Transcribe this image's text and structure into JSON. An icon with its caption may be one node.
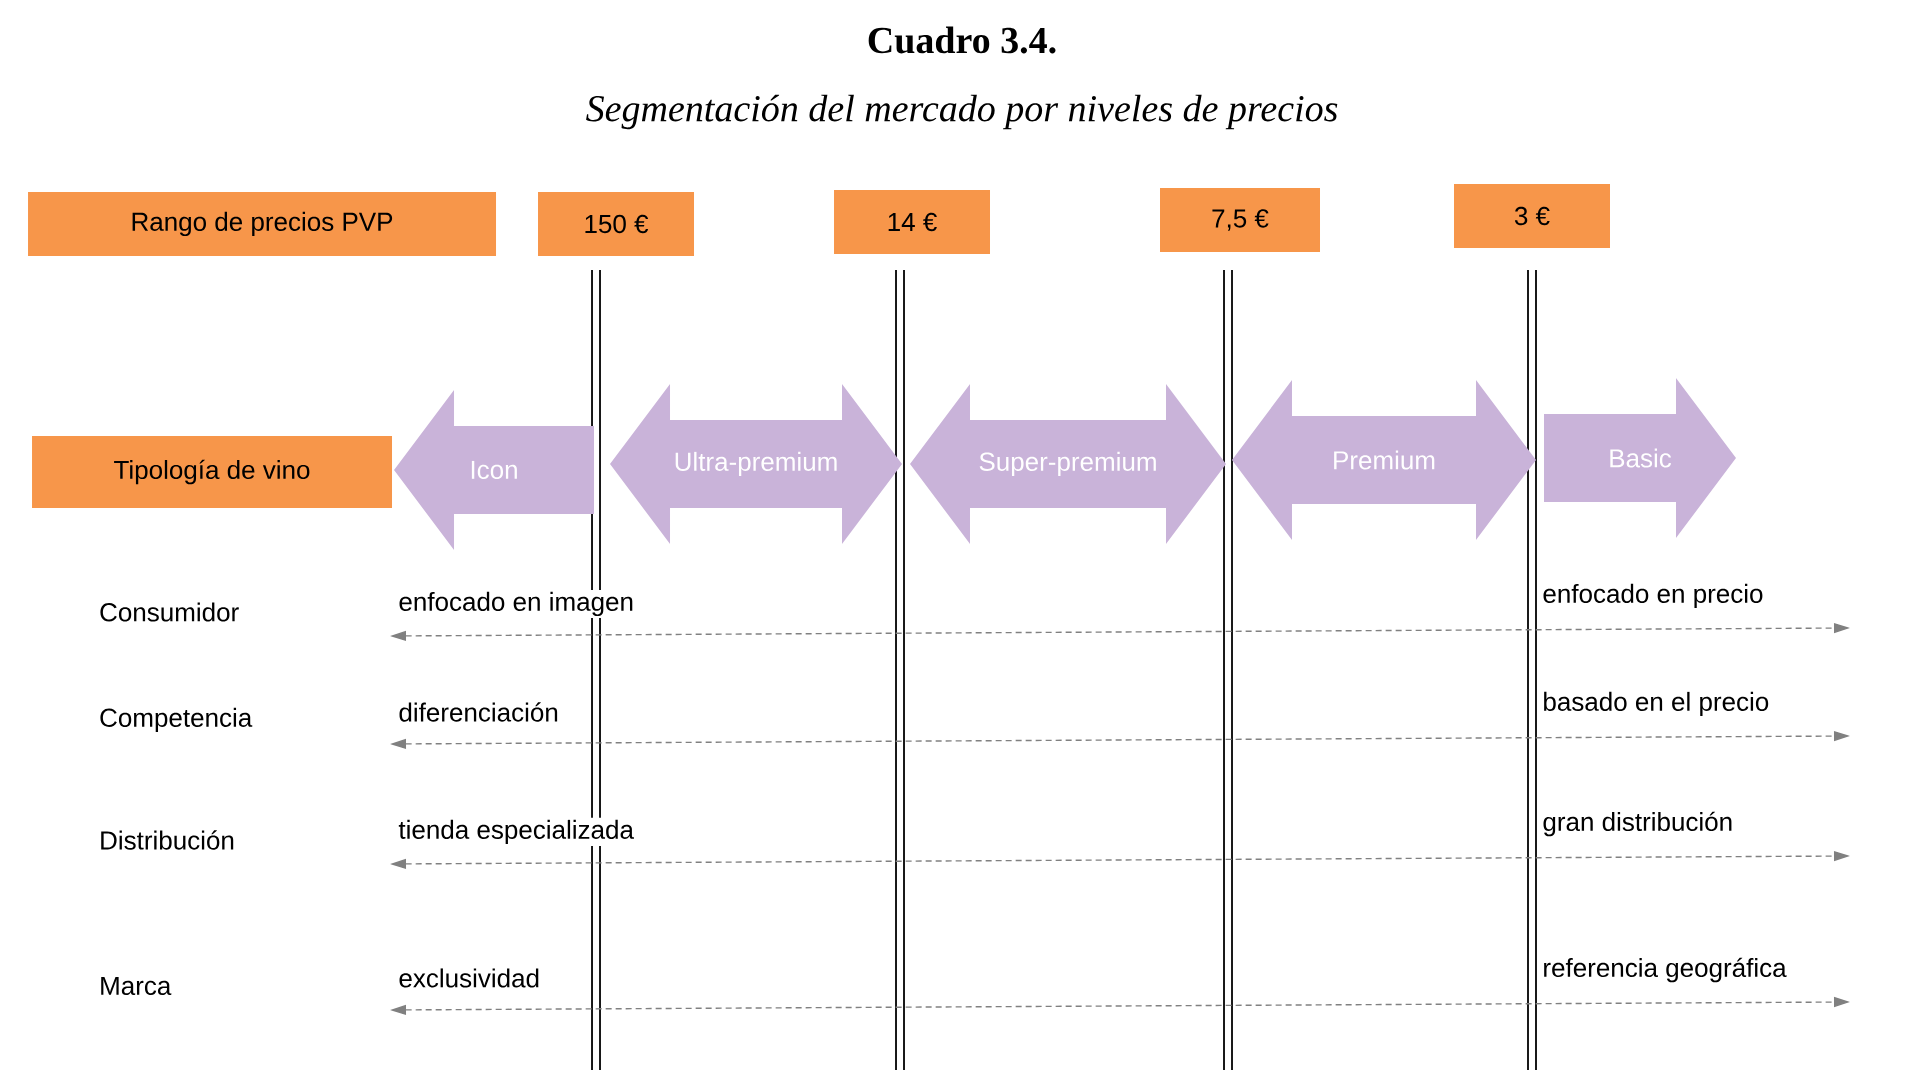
{
  "diagram": {
    "title": "Cuadro 3.4.",
    "caption": "Segmentación del mercado por niveles de precios",
    "nodes": [
      {
        "text": [
          "Rango de precios PVP"
        ]
      },
      {
        "text": [
          "150 €"
        ]
      },
      {
        "text": [
          "14 €"
        ]
      },
      {
        "text": [
          "7,5 €"
        ]
      },
      {
        "text": [
          "3 €"
        ]
      },
      {
        "text": [
          "Tipología de vino"
        ]
      },
      {
        "text": [
          "Icon"
        ]
      },
      {
        "text": [
          "Ultra-premium"
        ]
      },
      {
        "text": [
          "Super-premium"
        ]
      },
      {
        "text": [
          "Premium"
        ]
      },
      {
        "text": [
          "Basic"
        ]
      }
    ],
    "labels": [
      "Consumidor",
      "enfocado en imagen",
      "enfocado en precio",
      "Competencia",
      "diferenciación",
      "basado en el precio",
      "Distribución",
      "tienda especializada",
      "gran distribución",
      "Marca",
      "exclusividad",
      "referencia geográfica"
    ]
  }
}
